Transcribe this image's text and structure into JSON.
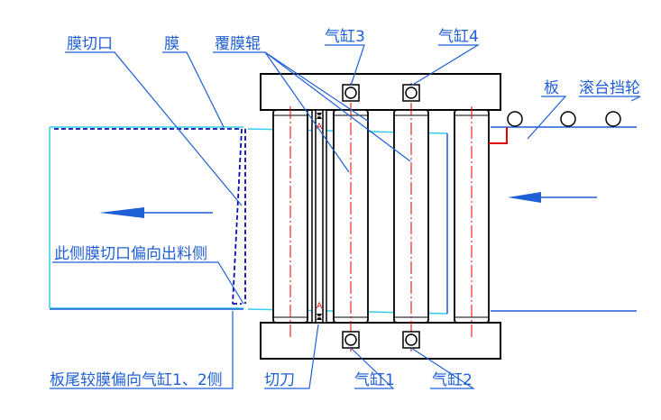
{
  "labels": {
    "membrane_cut": "膜切口",
    "membrane": "膜",
    "laminating_roller": "覆膜辊",
    "cylinder_3": "气缸3",
    "cylinder_4": "气缸4",
    "board": "板",
    "roller_stop_wheel": "滚台挡轮",
    "side_note": "此侧膜切口偏向出料侧",
    "tail_note": "板尾较膜偏向气缸1、2侧",
    "cutter": "切刀",
    "cylinder_1": "气缸1",
    "cylinder_2": "气缸2"
  },
  "colors": {
    "line_blue": "#1f5fd6",
    "dark_blue": "#0a0ab4",
    "cyan": "#33ccee",
    "red": "#e00000",
    "frame": "#000000"
  },
  "icons": {
    "left_arrow": "arrow-left-icon",
    "right_arrow": "arrow-left-icon",
    "cylinder": "square-circle-icon",
    "wheel": "circle-icon"
  }
}
